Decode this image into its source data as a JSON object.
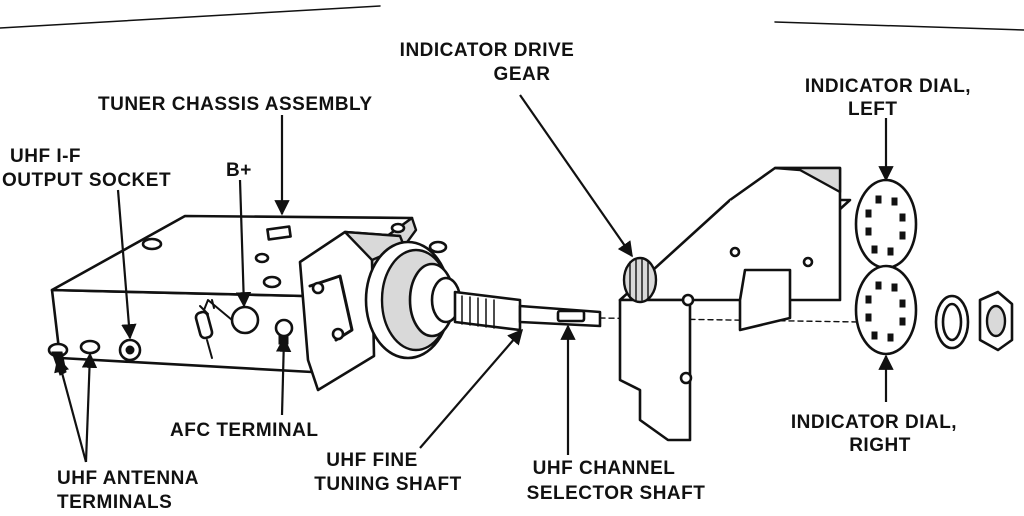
{
  "labels": {
    "indicator_drive_gear": [
      "INDICATOR DRIVE",
      "GEAR"
    ],
    "tuner_chassis_assembly": "TUNER CHASSIS ASSEMBLY",
    "uhf_if_output_socket": [
      "UHF I-F",
      "OUTPUT SOCKET"
    ],
    "b_plus": "B+",
    "indicator_dial_left": [
      "INDICATOR DIAL,",
      "LEFT"
    ],
    "afc_terminal": "AFC TERMINAL",
    "uhf_fine_tuning_shaft": [
      "UHF FINE",
      "TUNING SHAFT"
    ],
    "uhf_channel_selector_shaft": [
      "UHF CHANNEL",
      "SELECTOR SHAFT"
    ],
    "indicator_dial_right": [
      "INDICATOR DIAL,",
      "RIGHT"
    ],
    "uhf_antenna_terminals": [
      "UHF ANTENNA",
      "TERMINALS"
    ]
  }
}
